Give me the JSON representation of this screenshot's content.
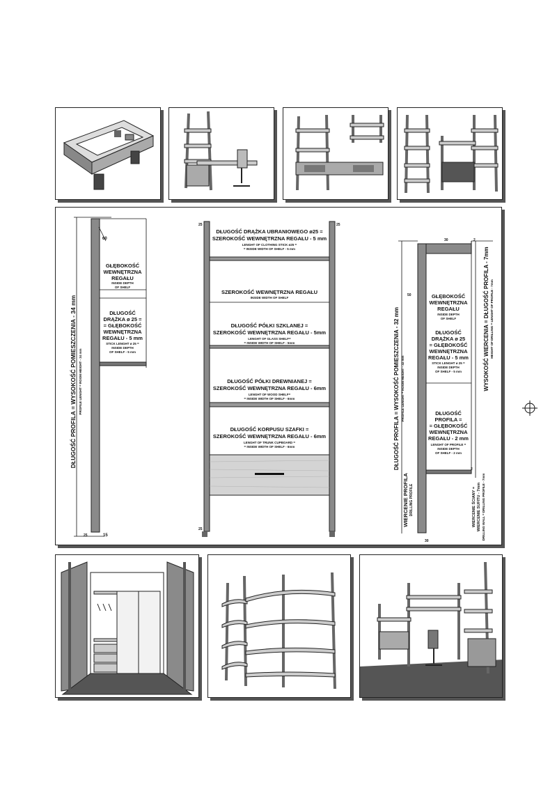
{
  "colors": {
    "post": "#8a8a8a",
    "shelf": "#c9c9c9",
    "dark": "#444444",
    "line": "#111111",
    "floor": "#555555"
  },
  "thumbnails": [
    {
      "icon": "corner-desk-unit-icon"
    },
    {
      "icon": "ladder-shelf-desk-icon"
    },
    {
      "icon": "tv-wall-unit-icon"
    },
    {
      "icon": "wide-bookcase-icon"
    }
  ],
  "left_unit": {
    "dim_top": "60",
    "dim_bottom": "25",
    "dim_side": "15",
    "vertical_label": "DŁUGOŚĆ PROFILA = WYSOKOŚĆ POMIESZCZENIA - 34 mm",
    "vertical_label_en": "PROFILE LENGHT = ROOM HEIGHT - 34 mm",
    "depth_title": [
      "GŁĘBOKOŚĆ",
      "WEWNĘTRZNA",
      "REGAŁU"
    ],
    "depth_en": [
      "INSIDE DEPTH",
      "OF SHELF"
    ],
    "stick_title": [
      "DŁUGOŚĆ",
      "DRĄŻKA ø 25 =",
      "= GŁĘBOKOŚĆ",
      "WEWNĘTRZNA",
      "REGAŁU - 5 mm"
    ],
    "stick_en": [
      "STICK LENGHT ø 25 =",
      "INSIDE DEPTH",
      "OF SHELF - 5 mm"
    ]
  },
  "center_unit": {
    "dim_top_left": "25",
    "dim_top_right": "25",
    "dim_bottom": "25",
    "sections": [
      {
        "title": [
          "DŁUGOŚĆ DRĄŻKA UBRANIOWEGO ø25 =",
          "SZEROKOŚĆ WEWNĘTRZNA REGAŁU - 5 mm"
        ],
        "en": [
          "LENGHT OF CLOTHING STICK ø25 =",
          "= INSIDE WIDTH OF SHELF - 5 mm"
        ]
      },
      {
        "title": [
          "SZEROKOŚĆ WEWNĘTRZNA REGAŁU"
        ],
        "en": [
          "INSIDE WIDTH OF SHELF"
        ]
      },
      {
        "title": [
          "DŁUGOŚĆ PÓŁKI SZKLANEJ =",
          "SZEROKOŚĆ WEWNĘTRZNA REGAŁU - 5mm"
        ],
        "en": [
          "LENGHT OF GLASS SHELF=",
          "= INSIDE WIDTH OF SHELF - 5mm"
        ]
      },
      {
        "title": [
          "DŁUGOŚĆ PÓŁKI DREWNIANEJ =",
          "SZEROKOŚĆ WEWNĘTRZNA REGAŁU - 6mm"
        ],
        "en": [
          "LENGHT OF WOOD SHELF=",
          "= INSIDE WIDTH OF SHELF - 6mm"
        ]
      },
      {
        "title": [
          "DŁUGOŚĆ KORPUSU SZAFKI =",
          "SZEROKOŚĆ WEWNĘTRZNA REGAŁU - 6mm"
        ],
        "en": [
          "LENGHT OF TRUNK CUPBOARD =",
          "= INSIDE WIDTH OF SHELF - 6mm"
        ]
      }
    ]
  },
  "right_unit": {
    "dim_top": "30",
    "dim_corner": "2",
    "dim_side": "50",
    "dim_mid": "2",
    "dim_bottom": "30",
    "vertical_label": "DŁUGOŚĆ PROFILA = WYSOKOŚĆ POMIESZCZENIA - 32 mm",
    "vertical_label_en": "PROFILE LENGHT = ROOM HEIGHT - 32 mm",
    "right_label": "WYSOKOŚĆ WIERCENIA = DŁUGOŚĆ PROFILA - 7mm",
    "right_label_en": "HEIGHT OF DRILLING = LENGHT OF PROFILE - 7mm",
    "depth_title": [
      "GŁĘBOKOŚĆ",
      "WEWNĘTRZNA",
      "REGAŁU"
    ],
    "depth_en": [
      "INSIDE DEPTH",
      "OF SHELF"
    ],
    "stick_title": [
      "DŁUGOŚĆ",
      "DRĄŻKA ø 25",
      "= GŁĘBOKOŚĆ",
      "WEWNĘTRZNA",
      "REGAŁU - 5 mm"
    ],
    "stick_en": [
      "STICK LENGHT ø 25 =",
      "INSIDE DEPTH",
      "OF SHELF - 5 mm"
    ],
    "profile_title": [
      "DŁUGOŚĆ",
      "PROFILA =",
      "= GŁĘBOKOŚĆ",
      "WEWNĘTRZNA",
      "REGAŁU - 2 mm"
    ],
    "profile_en": [
      "LENGHT OF PROFILE =",
      "INSIDE DEPTH",
      "OF SHELF - 2 mm"
    ],
    "ceiling_label": [
      "WIERCENIE PROFILA"
    ],
    "ceiling_en": [
      "DRILLING PROFILE"
    ],
    "wall_label": [
      "WIERCENIE ŚCIANY =",
      "WIERCENIE SUFITU - 7mm"
    ],
    "wall_en": [
      "DRILLING WALL = DRILLING PROFILE - 7mm"
    ]
  },
  "bottom_panels": [
    {
      "icon": "walk-in-wardrobe-icon"
    },
    {
      "icon": "curved-shelving-icon"
    },
    {
      "icon": "office-shelving-desk-icon"
    }
  ]
}
